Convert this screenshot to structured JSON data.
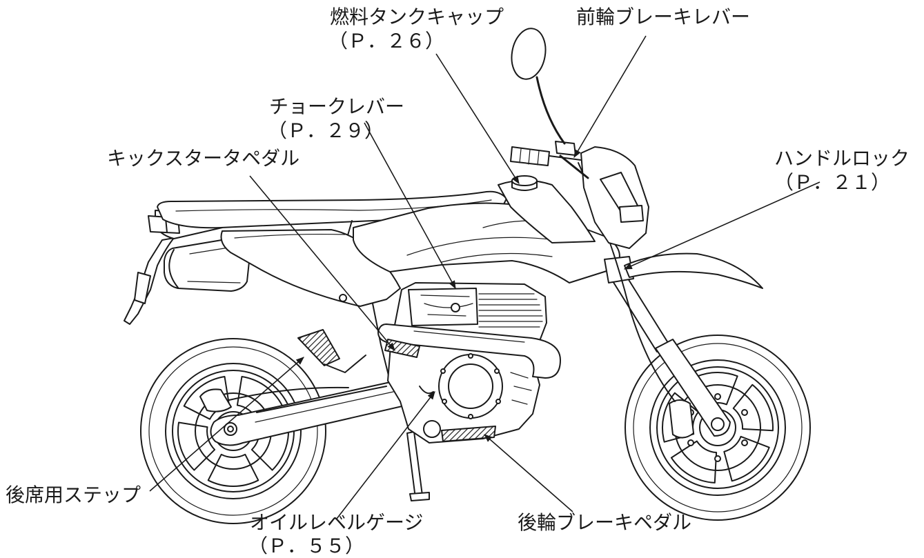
{
  "callouts": {
    "fuel_tank_cap": {
      "label": "燃料タンクキャップ",
      "page": "（Ｐ．２６）"
    },
    "front_brake_lever": {
      "label": "前輪ブレーキレバー"
    },
    "choke_lever": {
      "label": "チョークレバー",
      "page": "（Ｐ．２９）"
    },
    "kick_starter_pedal": {
      "label": "キックスタータペダル"
    },
    "handle_lock": {
      "label": "ハンドルロック",
      "page": "（Ｐ．２１）"
    },
    "passenger_footpeg": {
      "label": "後席用ステップ"
    },
    "oil_level_gauge": {
      "label": "オイルレベルゲージ",
      "page": "（Ｐ．５５）"
    },
    "rear_brake_pedal": {
      "label": "後輪ブレーキペダル"
    }
  },
  "colors": {
    "line": "#1a1a1a",
    "background": "#ffffff"
  }
}
